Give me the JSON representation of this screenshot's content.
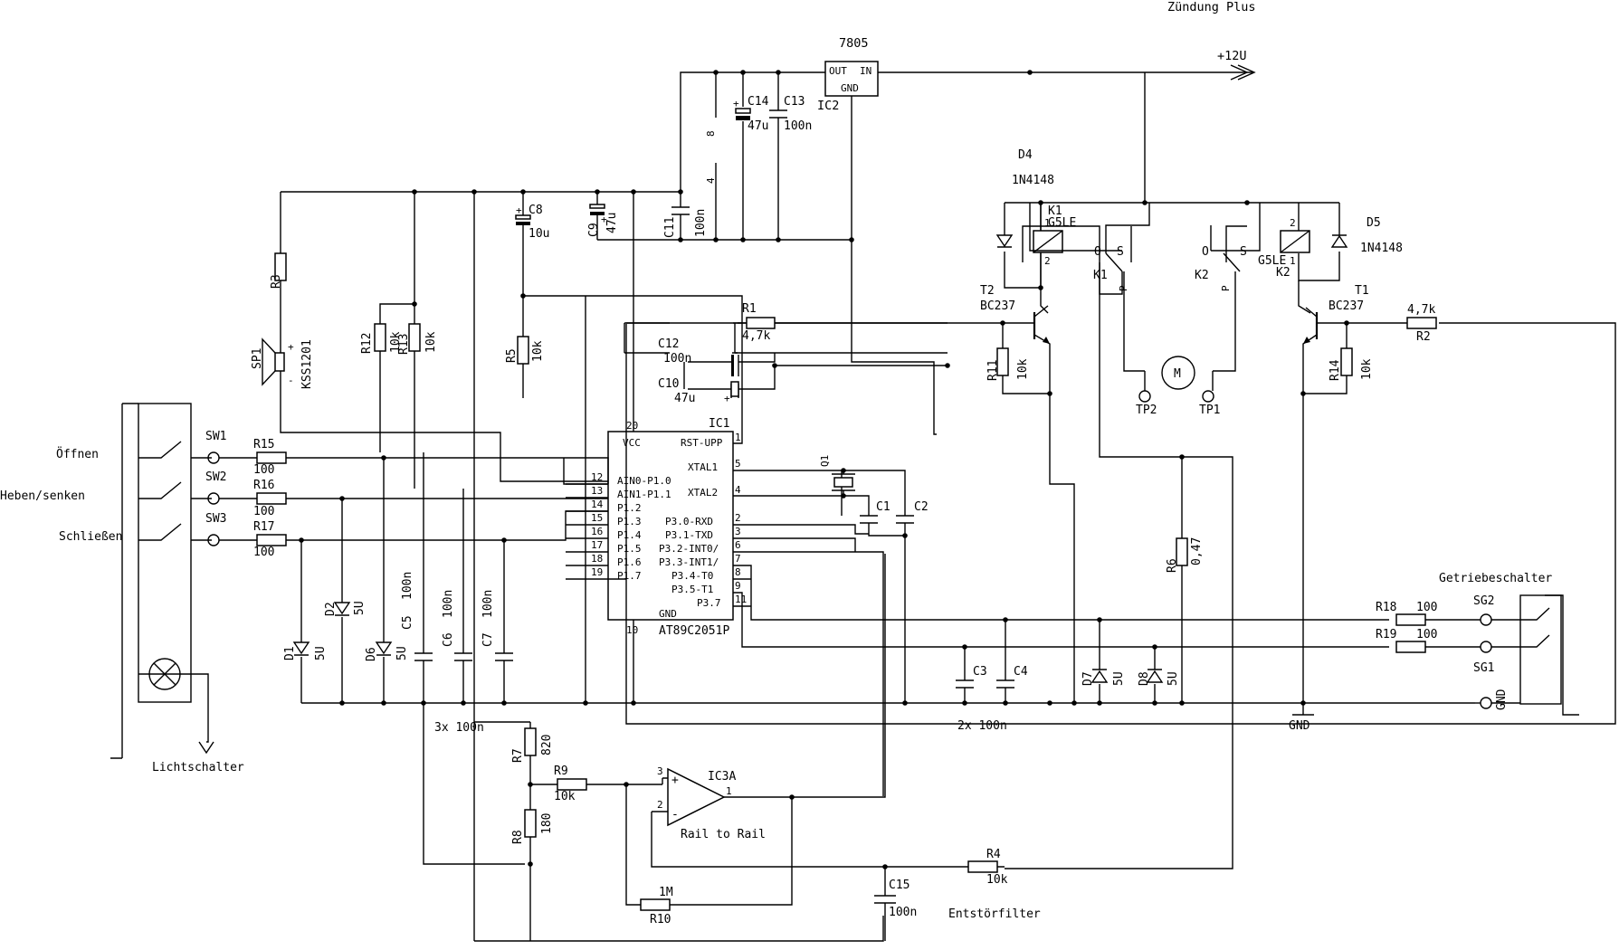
{
  "labels": {
    "ignition": "Zündung Plus",
    "supply": "+12U",
    "regulator": "7805",
    "reg_out": "OUT",
    "reg_in": "IN",
    "reg_gnd": "GND",
    "ic2": "IC2",
    "c14": "C14",
    "c14v": "47u",
    "c13": "C13",
    "c13v": "100n",
    "c8": "C8",
    "c8v": "10u",
    "c9": "C9",
    "c9v": "47u",
    "c11": "C11",
    "c11v": "100n",
    "pin8": "8",
    "pin4": "4",
    "r3": "R3",
    "sp1": "SP1",
    "kss": "KSS1201",
    "r12": "R12",
    "r12v": "10k",
    "r13": "R13",
    "r13v": "10k",
    "r5": "R5",
    "r5v": "10k",
    "r1": "R1",
    "r1v": "4,7k",
    "c12": "C12",
    "c12v": "100n",
    "c10": "C10",
    "c10v": "47u",
    "d4": "D4",
    "d4v": "1N4148",
    "k1": "K1",
    "k1v": "G5LE",
    "k2": "K2",
    "k2v": "G5LE",
    "d5": "D5",
    "d5v": "1N4148",
    "t2": "T2",
    "t2v": "BC237",
    "t1": "T1",
    "t1v": "BC237",
    "r2": "R2",
    "r2v": "4,7k",
    "r11": "R11",
    "r11v": "10k",
    "r14": "R14",
    "r14v": "10k",
    "k1sw": "K1",
    "k2sw": "K2",
    "contact_o": "O",
    "contact_s": "S",
    "contact_p": "P",
    "tp1": "TP1",
    "tp2": "TP2",
    "motor": "M",
    "open": "Öffnen",
    "lift": "Heben/senken",
    "close": "Schließen",
    "sw1": "SW1",
    "sw2": "SW2",
    "sw3": "SW3",
    "r15": "R15",
    "r15v": "100",
    "r16": "R16",
    "r16v": "100",
    "r17": "R17",
    "r17v": "100",
    "ic1": "IC1",
    "vcc": "VCC",
    "rst": "RST-UPP",
    "xtal1": "XTAL1",
    "xtal2": "XTAL2",
    "p10": "AIN0-P1.0",
    "p11": "AIN1-P1.1",
    "p12": "P1.2",
    "p13": "P1.3",
    "p14": "P1.4",
    "p15": "P1.5",
    "p16": "P1.6",
    "p17": "P1.7",
    "p30": "P3.0-RXD",
    "p31": "P3.1-TXD",
    "p32": "P3.2-INT0/",
    "p33": "P3.3-INT1/",
    "p34": "P3.4-T0",
    "p35": "P3.5-T1",
    "p37": "P3.7",
    "gnd": "GND",
    "mcu": "AT89C2051P",
    "q1": "Q1",
    "c1": "C1",
    "c2": "C2",
    "pin20": "20",
    "pin10": "10",
    "pin1": "1",
    "pin12": "12",
    "pin13": "13",
    "pin14": "14",
    "pin15": "15",
    "pin16": "16",
    "pin17": "17",
    "pin18": "18",
    "pin19": "19",
    "pin5": "5",
    "pin4b": "4",
    "pin2": "2",
    "pin3": "3",
    "pin6": "6",
    "pin7": "7",
    "pin8b": "8",
    "pin9": "9",
    "pin11": "11",
    "d1": "D1",
    "d1v": "5U",
    "d2": "D2",
    "d2v": "5U",
    "d6": "D6",
    "d6v": "5U",
    "c5": "C5",
    "c5v": "100n",
    "c6": "C6",
    "c6v": "100n",
    "c7": "C7",
    "c7v": "100n",
    "three": "3x 100n",
    "c3": "C3",
    "c4": "C4",
    "two": "2x 100n",
    "d7": "D7",
    "d7v": "5U",
    "d8": "D8",
    "d8v": "5U",
    "r6": "R6",
    "r6v": "0,47",
    "gear": "Getriebeschalter",
    "r18": "R18",
    "r18v": "100",
    "r19": "R19",
    "r19v": "100",
    "sg2": "SG2",
    "sg1": "SG1",
    "gndc": "GND",
    "gndb": "GND",
    "lamp": "Lichtschalter",
    "r7": "R7",
    "r7v": "820",
    "r8": "R8",
    "r8v": "180",
    "r9": "R9",
    "r9v": "10k",
    "ic3": "IC3A",
    "rail": "Rail to Rail",
    "op_p": "3",
    "op_n": "2",
    "op_o": "1",
    "r10": "R10",
    "r10v": "1M",
    "r4": "R4",
    "r4v": "10k",
    "c15": "C15",
    "c15v": "100n",
    "filter": "Entstörfilter"
  }
}
